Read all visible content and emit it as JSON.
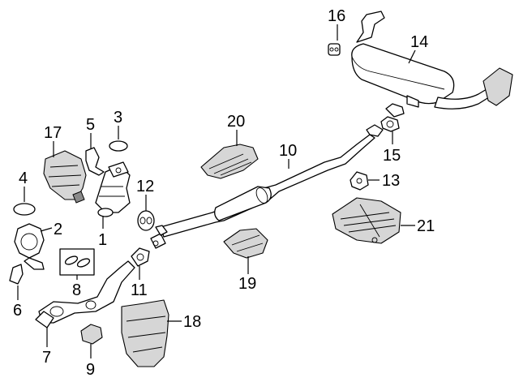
{
  "callouts": [
    {
      "id": "p1",
      "label": "1"
    },
    {
      "id": "p2",
      "label": "2"
    },
    {
      "id": "p3",
      "label": "3"
    },
    {
      "id": "p4",
      "label": "4"
    },
    {
      "id": "p5",
      "label": "5"
    },
    {
      "id": "p6",
      "label": "6"
    },
    {
      "id": "p7",
      "label": "7"
    },
    {
      "id": "p8",
      "label": "8"
    },
    {
      "id": "p9",
      "label": "9"
    },
    {
      "id": "p10",
      "label": "10"
    },
    {
      "id": "p11",
      "label": "11"
    },
    {
      "id": "p12",
      "label": "12"
    },
    {
      "id": "p13",
      "label": "13"
    },
    {
      "id": "p14",
      "label": "14"
    },
    {
      "id": "p15",
      "label": "15"
    },
    {
      "id": "p16",
      "label": "16"
    },
    {
      "id": "p17",
      "label": "17"
    },
    {
      "id": "p18",
      "label": "18"
    },
    {
      "id": "p19",
      "label": "19"
    },
    {
      "id": "p20",
      "label": "20"
    },
    {
      "id": "p21",
      "label": "21"
    }
  ]
}
